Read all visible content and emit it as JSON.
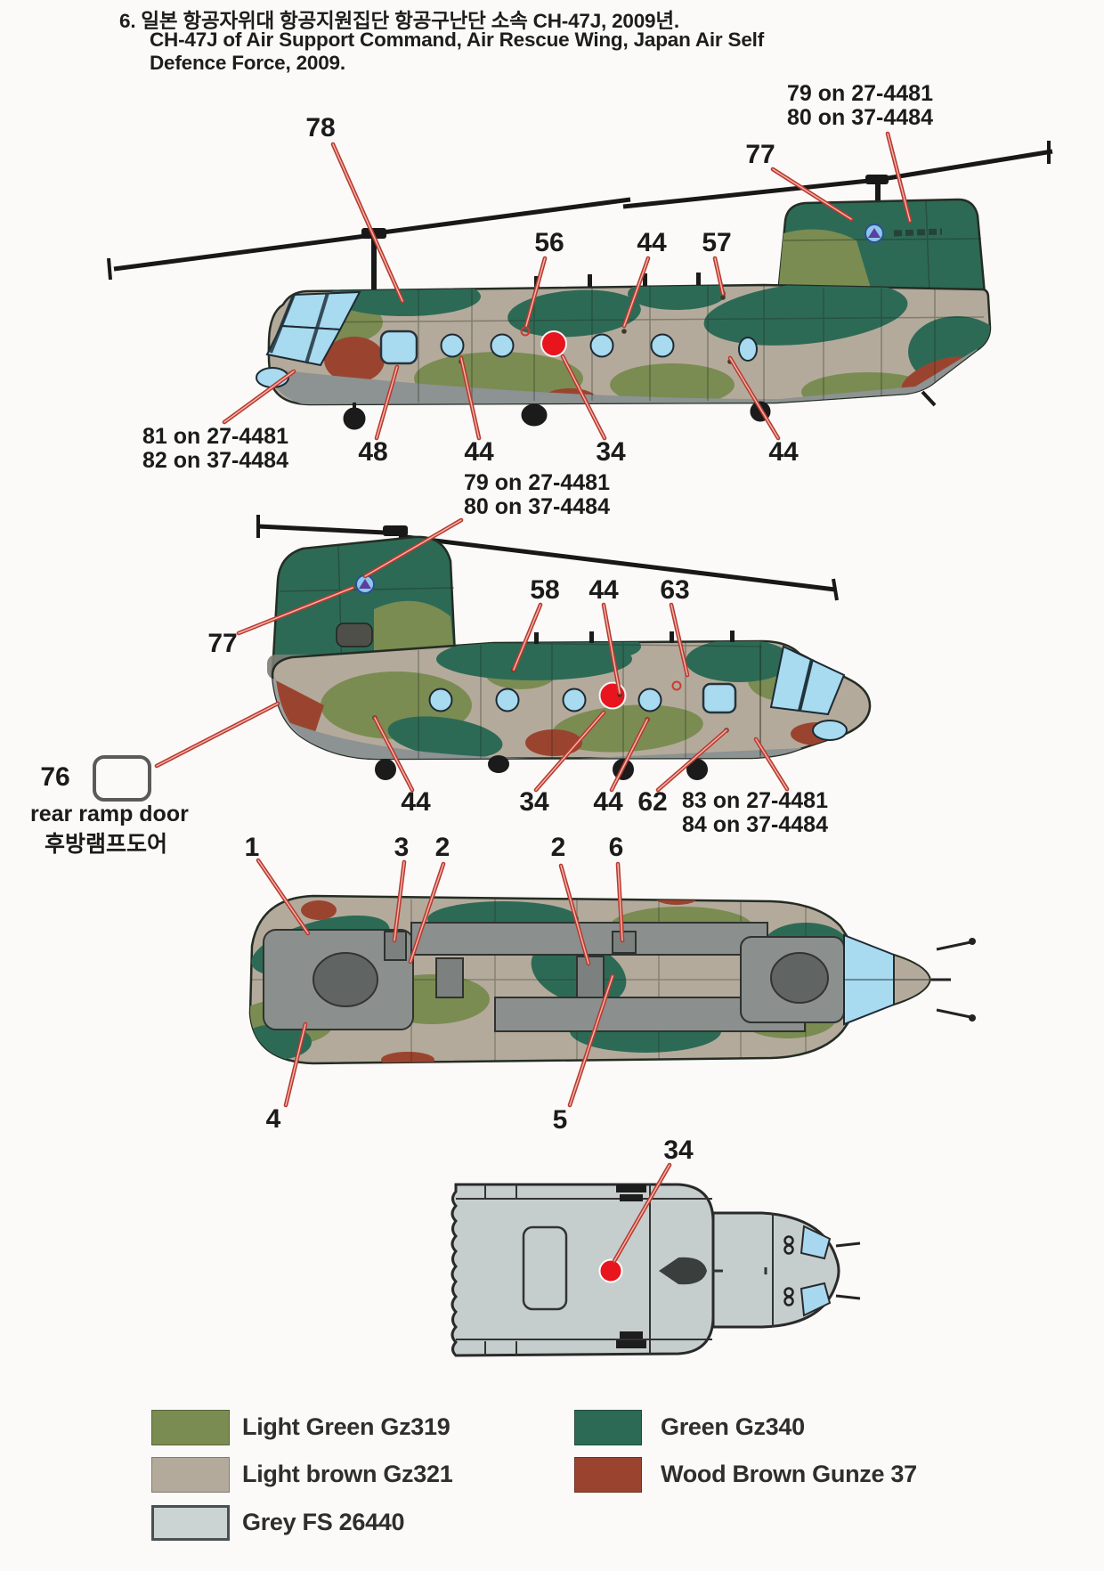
{
  "header": {
    "line1": "6. 일본 항공자위대 항공지원집단 항공구난단 소속 CH-47J, 2009년.",
    "line2": "CH-47J of Air Support Command, Air Rescue Wing, Japan Air Self",
    "line3": "Defence Force, 2009."
  },
  "view1": {
    "callouts": [
      "78",
      "77",
      "56",
      "44",
      "57",
      "48",
      "44",
      "34",
      "44"
    ],
    "note_top": [
      "79 on 27-4481",
      "80 on 37-4484"
    ],
    "note_bottom": [
      "81 on 27-4481",
      "82 on 37-4484"
    ]
  },
  "view2": {
    "callouts": [
      "77",
      "58",
      "44",
      "63",
      "44",
      "34",
      "44",
      "62"
    ],
    "note_mid": [
      "79 on 27-4481",
      "80 on 37-4484"
    ],
    "note_bottom": [
      "83 on 27-4481",
      "84 on 37-4484"
    ],
    "ramp": {
      "number": "76",
      "label_en": "rear ramp door",
      "label_kr": "후방램프도어"
    }
  },
  "view3": {
    "callouts": [
      "1",
      "3",
      "2",
      "2",
      "6",
      "4",
      "5"
    ]
  },
  "view4": {
    "callouts": [
      "34"
    ]
  },
  "legend": {
    "items": [
      {
        "label": "Light Green Gz319",
        "color": "#7a8c52"
      },
      {
        "label": "Light brown Gz321",
        "color": "#b4aa9b"
      },
      {
        "label": "Grey FS 26440",
        "color": "#ccd4d3"
      },
      {
        "label": "Green Gz340",
        "color": "#2d6a56"
      },
      {
        "label": "Wood Brown Gunze 37",
        "color": "#9a442f"
      }
    ]
  },
  "colors": {
    "roundel_red": "#e8141e",
    "leader_red": "#b9392f",
    "window_blue": "#a8daf0",
    "belly_grey": "#8d9292"
  }
}
